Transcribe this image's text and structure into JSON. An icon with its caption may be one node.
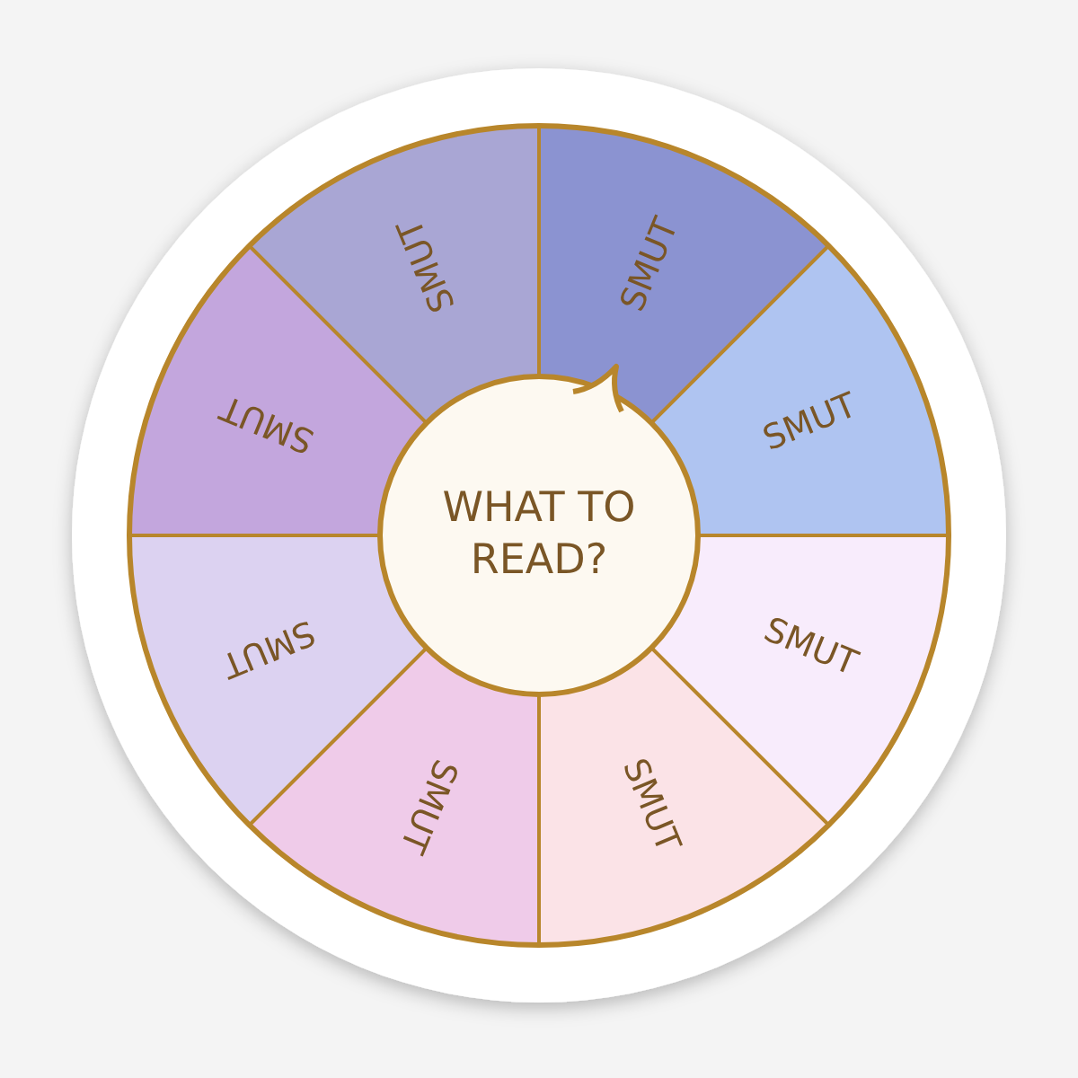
{
  "diagram": {
    "nodes": [
      {
        "text": [
          "SMUT"
        ]
      },
      {
        "text": [
          "SMUT"
        ]
      },
      {
        "text": [
          "SMUT"
        ]
      },
      {
        "text": [
          "SMUT"
        ]
      },
      {
        "text": [
          "SMUT"
        ]
      },
      {
        "text": [
          "SMUT"
        ]
      },
      {
        "text": [
          "SMUT"
        ]
      },
      {
        "text": [
          "SMUT"
        ]
      },
      {
        "text": [
          "WHAT TO READ?"
        ]
      }
    ]
  }
}
